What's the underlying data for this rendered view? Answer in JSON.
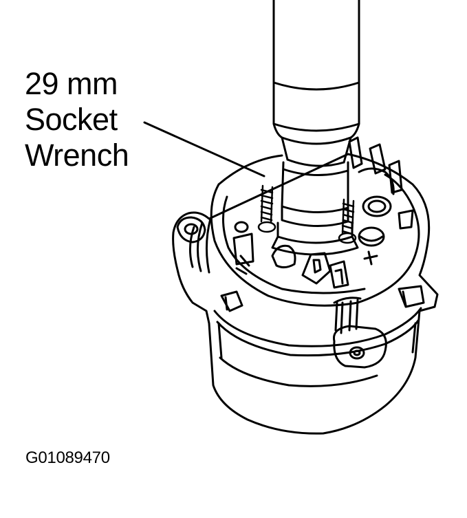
{
  "diagram": {
    "callout": {
      "line1": "29 mm",
      "line2": "Socket",
      "line3": "Wrench"
    },
    "figure_id": "G01089470",
    "colors": {
      "ink": "#000000",
      "paper": "#ffffff"
    },
    "parts": [
      "socket-wrench",
      "alternator",
      "pulley-nut",
      "mounting-studs",
      "terminal-block"
    ]
  }
}
